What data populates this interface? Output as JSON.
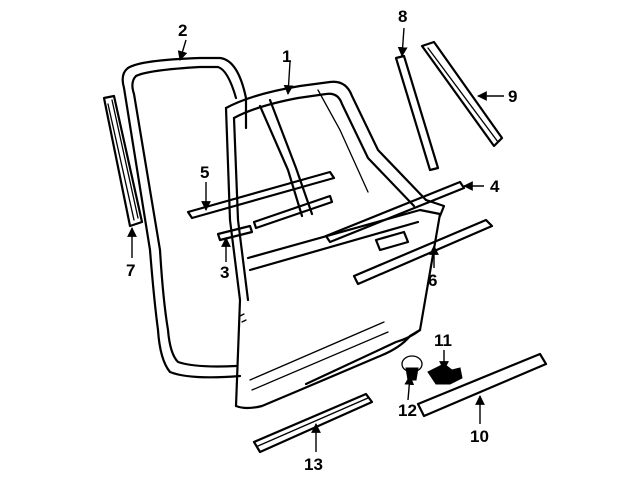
{
  "callouts": [
    {
      "id": "1",
      "label": "1"
    },
    {
      "id": "2",
      "label": "2"
    },
    {
      "id": "3",
      "label": "3"
    },
    {
      "id": "4",
      "label": "4"
    },
    {
      "id": "5",
      "label": "5"
    },
    {
      "id": "6",
      "label": "6"
    },
    {
      "id": "7",
      "label": "7"
    },
    {
      "id": "8",
      "label": "8"
    },
    {
      "id": "9",
      "label": "9"
    },
    {
      "id": "10",
      "label": "10"
    },
    {
      "id": "11",
      "label": "11"
    },
    {
      "id": "12",
      "label": "12"
    },
    {
      "id": "13",
      "label": "13"
    }
  ],
  "colors": {
    "ink": "#000000",
    "background": "#ffffff"
  }
}
